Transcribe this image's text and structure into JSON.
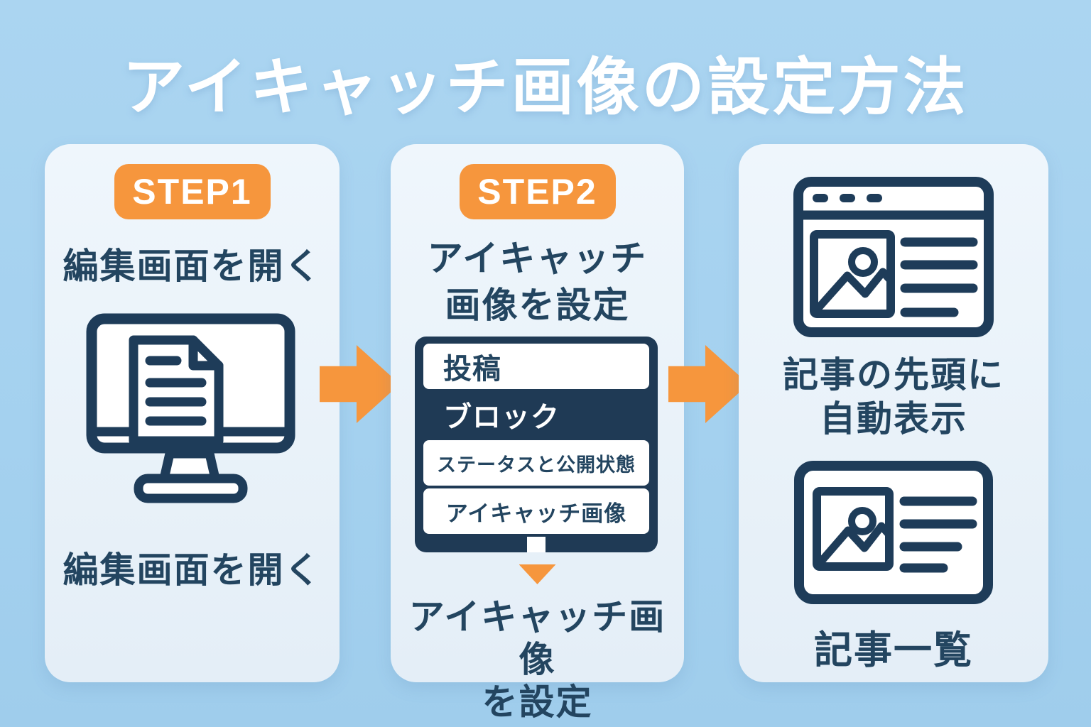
{
  "title": "アイキャッチ画像の設定方法",
  "colors": {
    "background_blue": "#A4D1EF",
    "card_background": "#E9F2F9",
    "accent_orange": "#F6963D",
    "navy": "#1F3A55",
    "text_navy": "#234560",
    "white": "#FFFFFF"
  },
  "step1": {
    "badge_label": "STEP1",
    "heading": "編集画面を開く",
    "icon": "monitor-document-icon",
    "caption": "編集画面を開く"
  },
  "step2": {
    "badge_label": "STEP2",
    "heading_line1": "アイキャッチ",
    "heading_line2": "画像を設定",
    "menu_items": [
      "投稿",
      "ブロック",
      "ステータスと公開状態",
      "アイキャッチ画像"
    ],
    "selected_menu_item": "ブロック",
    "caption_line1": "アイキャッチ画像",
    "caption_line2": "を設定"
  },
  "step3": {
    "icon_top": "browser-article-icon",
    "caption_top_line1": "記事の先頭に",
    "caption_top_line2": "自動表示",
    "icon_bottom": "article-card-icon",
    "caption_bottom": "記事一覧"
  }
}
